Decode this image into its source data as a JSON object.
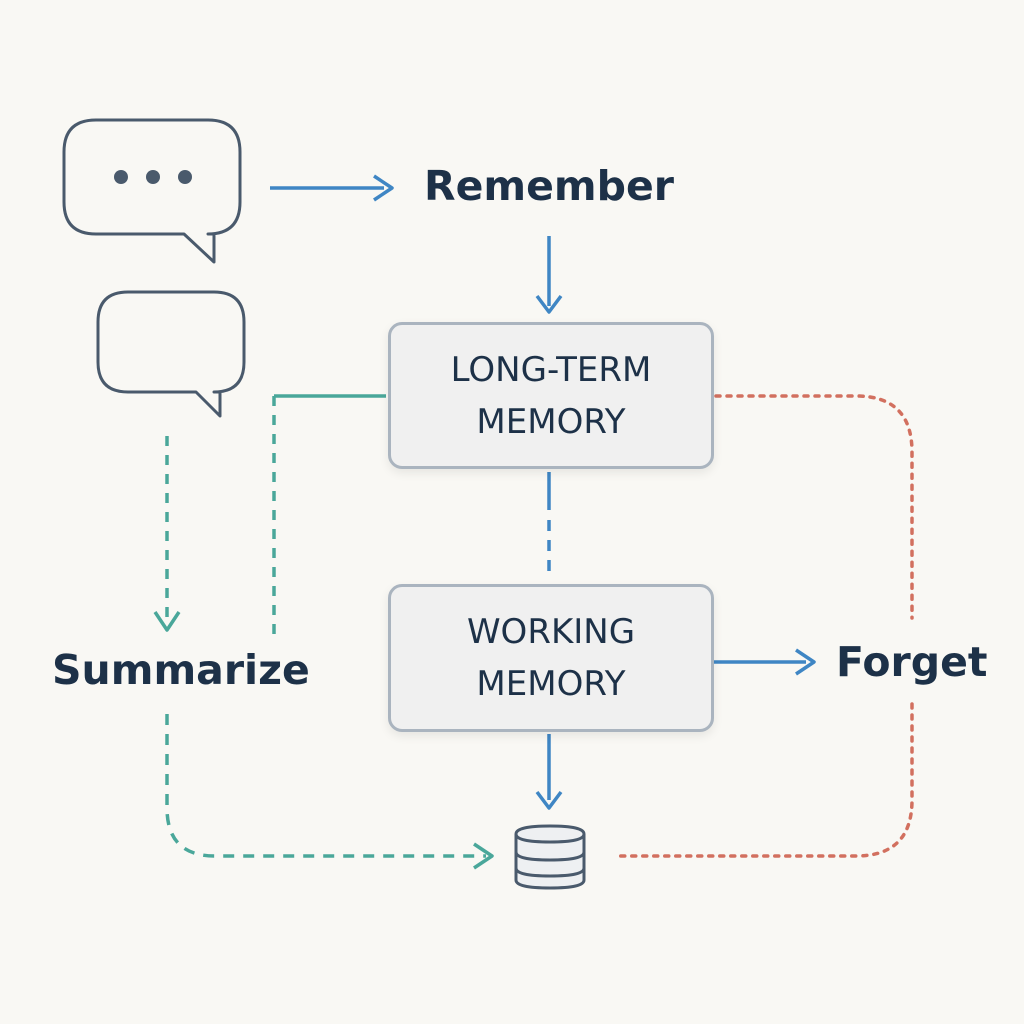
{
  "labels": {
    "remember": "Remember",
    "summarize": "Summarize",
    "forget": "Forget"
  },
  "boxes": {
    "long_term": {
      "line1": "LONG-TERM",
      "line2": "MEMORY"
    },
    "working": {
      "line1": "WORKING",
      "line2": "MEMORY"
    }
  },
  "icons": {
    "chat_bubble_typing": "chat-bubble-ellipsis-icon",
    "chat_bubble": "chat-bubble-icon",
    "storage": "database-icon"
  },
  "colors": {
    "blue": "#3f86c4",
    "teal": "#4aa79a",
    "red": "#d2705f",
    "text": "#1d3148",
    "icon_stroke": "#4a5a6c",
    "box_fill": "#f0f0f0",
    "box_border": "#aab4bf",
    "background": "#f9f8f4"
  }
}
